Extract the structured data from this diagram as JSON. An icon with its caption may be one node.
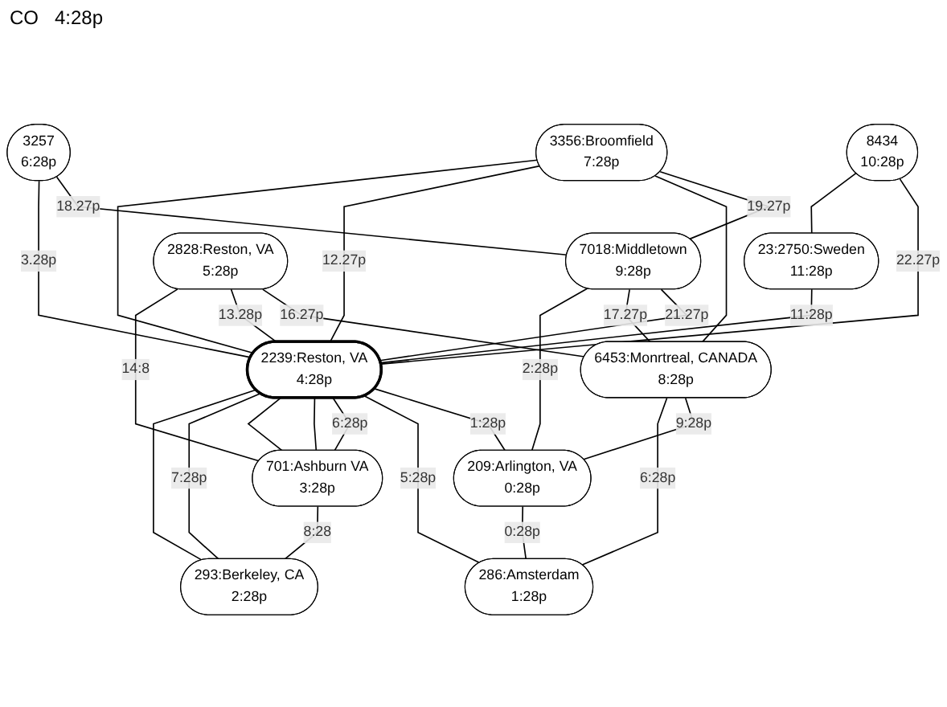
{
  "diagram": {
    "nodes": [
      {
        "text": [
          "7018:Middletown",
          "9:28p"
        ]
      },
      {
        "text": [
          "8434",
          "10:28p"
        ]
      },
      {
        "text": [
          "23:2750:Sweden",
          "11:28p"
        ]
      },
      {
        "text": [
          "3356:Broomfield",
          "7:28p"
        ]
      },
      {
        "text": [
          "6453:Monrtreal, CANADA",
          "8:28p"
        ]
      },
      {
        "text": [
          "3257",
          "6:28p"
        ]
      },
      {
        "text": [
          "209:Arlington, VA",
          "0:28p"
        ]
      },
      {
        "text": [
          "2239:Reston, VA",
          "4:28p"
        ]
      },
      {
        "text": [
          "2828:Reston, VA",
          "5:28p"
        ]
      },
      {
        "text": [
          "286:Amsterdam",
          "1:28p"
        ]
      },
      {
        "text": [
          "701:Ashburn VA",
          "3:28p"
        ]
      },
      {
        "text": [
          "293:Berkeley, CA",
          "2:28p"
        ]
      }
    ],
    "edges": [
      {
        "from": 3,
        "to": 0,
        "arrow": "none",
        "label": "19.27p"
      },
      {
        "from": 0,
        "to": 7,
        "arrow": "none",
        "label": "21.27p"
      },
      {
        "from": 1,
        "to": 7,
        "arrow": "none",
        "label": "22.27p"
      },
      {
        "from": 0,
        "to": 4,
        "arrow": "none",
        "label": "17.27p"
      },
      {
        "from": 0,
        "to": 6,
        "arrow": "none",
        "label": "2:28p"
      },
      {
        "from": 1,
        "to": 2,
        "arrow": "none"
      },
      {
        "from": 5,
        "to": 0,
        "arrow": "none",
        "label": "18.27p"
      },
      {
        "from": 3,
        "to": 4,
        "arrow": "none"
      },
      {
        "from": 3,
        "to": 7,
        "arrow": "none",
        "label": "12.27p"
      },
      {
        "from": 3,
        "to": 7,
        "arrow": "none"
      },
      {
        "from": 2,
        "to": 7,
        "arrow": "none",
        "label": "11:28p"
      },
      {
        "from": 4,
        "to": 6,
        "arrow": "none",
        "label": "9:28p"
      },
      {
        "from": 5,
        "to": 7,
        "arrow": "none",
        "label": "3.28p"
      },
      {
        "from": 8,
        "to": 4,
        "arrow": "none",
        "label": "16.27p"
      },
      {
        "from": 7,
        "to": 6,
        "arrow": "none",
        "label": "1:28p"
      },
      {
        "from": 4,
        "to": 9,
        "arrow": "none",
        "label": "6:28p"
      },
      {
        "from": 7,
        "to": 9,
        "arrow": "none",
        "label": "5:28p"
      },
      {
        "from": 6,
        "to": 9,
        "arrow": "none",
        "label": "0:28p"
      },
      {
        "from": 8,
        "to": 7,
        "arrow": "none",
        "label": "13.28p"
      },
      {
        "from": 8,
        "to": 10,
        "arrow": "none",
        "label": "14:8"
      },
      {
        "from": 7,
        "to": 10,
        "arrow": "none",
        "label": "6:28p"
      },
      {
        "from": 7,
        "to": 10,
        "arrow": "none"
      },
      {
        "from": 7,
        "to": 10,
        "arrow": "none"
      },
      {
        "from": 7,
        "to": 11,
        "arrow": "none",
        "label": "7:28p"
      },
      {
        "from": 7,
        "to": 11,
        "arrow": "none"
      },
      {
        "from": 10,
        "to": 11,
        "arrow": "none",
        "label": "8:28"
      }
    ],
    "labels": [
      "CO",
      "4:28p"
    ]
  }
}
